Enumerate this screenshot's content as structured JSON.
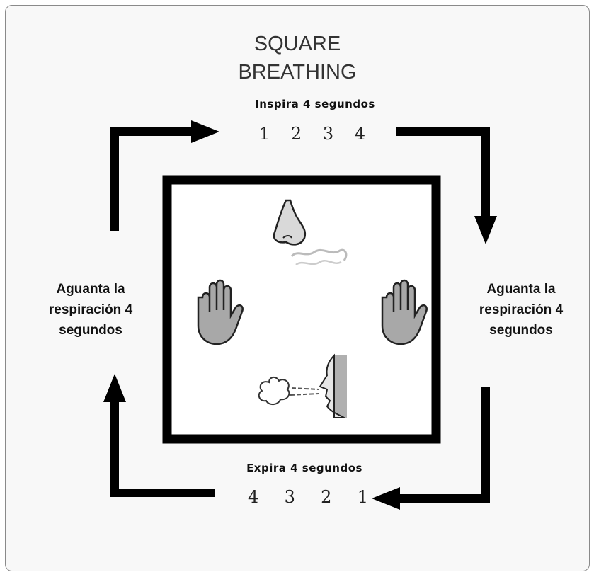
{
  "title": {
    "line1": "SQUARE",
    "line2": "BREATHING"
  },
  "steps": {
    "inhale": {
      "label": "Inspira 4 segundos",
      "counts": [
        "1",
        "2",
        "3",
        "4"
      ]
    },
    "hold_right": {
      "lines": [
        "Aguanta la",
        "respiración 4",
        "segundos"
      ]
    },
    "exhale": {
      "label": "Expira 4 segundos",
      "counts": [
        "4",
        "3",
        "2",
        "1"
      ]
    },
    "hold_left": {
      "lines": [
        "Aguanta la",
        "respiración 4",
        "segundos"
      ]
    }
  },
  "icons": {
    "top": "nose-inhale-icon",
    "right": "hand-stop-icon",
    "bottom": "face-exhale-icon",
    "left": "hand-stop-icon"
  },
  "colors": {
    "frame": "#000000",
    "hand_fill": "#a8a8a8",
    "text": "#111111"
  }
}
